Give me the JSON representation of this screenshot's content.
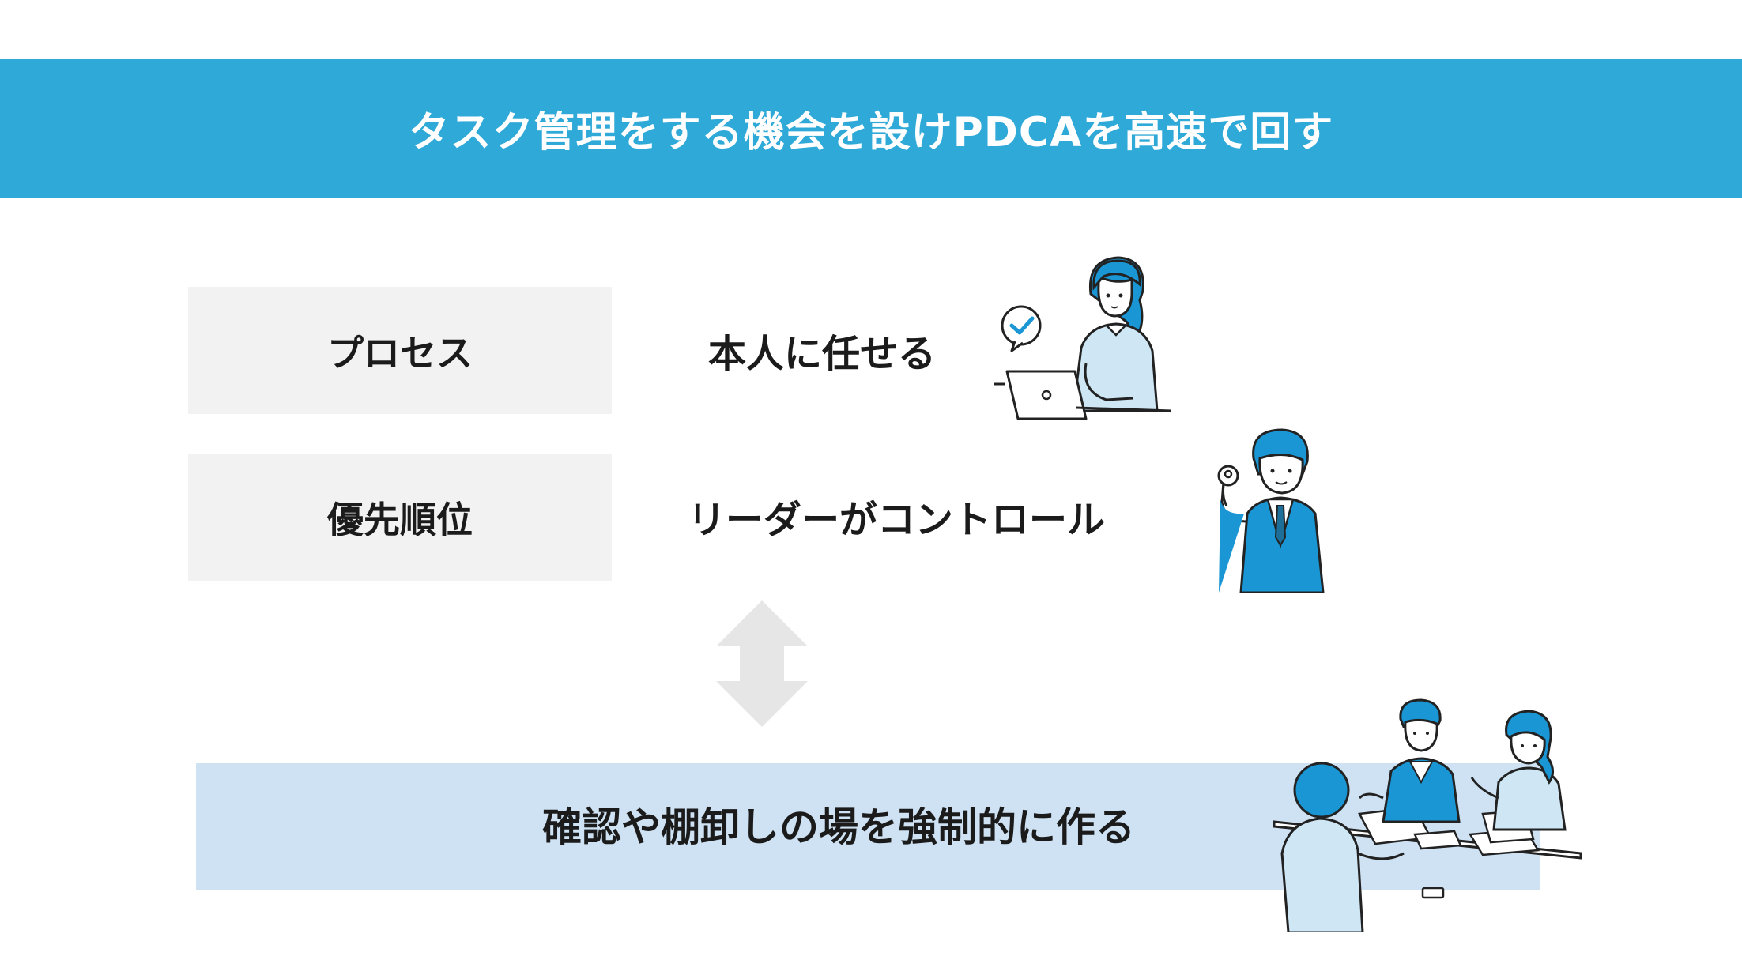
{
  "title": "タスク管理をする機会を設けPDCAを高速で回す",
  "rows": [
    {
      "label": "プロセス",
      "value": "本人に任せる"
    },
    {
      "label": "優先順位",
      "value": "リーダーがコントロール"
    }
  ],
  "bottom": {
    "text": "確認や棚卸しの場を強制的に作る"
  },
  "colors": {
    "banner": "#2fa9d7",
    "label_bg": "#f2f2f2",
    "bottom_bg": "#cfe2f3",
    "accent": "#1a96d4",
    "arrow": "#e6e6e6"
  },
  "icons": [
    "woman-laptop-illustration",
    "businessman-ok-illustration",
    "meeting-illustration",
    "double-arrow-icon"
  ]
}
